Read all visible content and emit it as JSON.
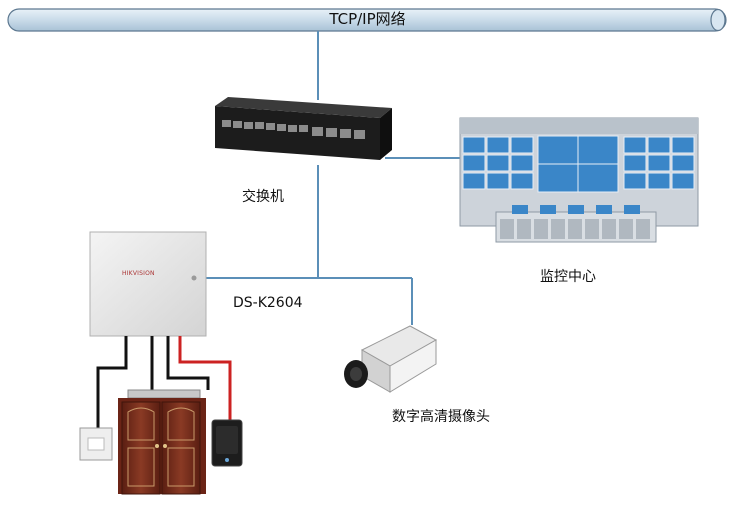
{
  "network_bus": {
    "label": "TCP/IP网络"
  },
  "nodes": {
    "switch": {
      "label": "交换机"
    },
    "monitoring_center": {
      "label": "监控中心"
    },
    "controller": {
      "label": "DS-K2604",
      "brand": "HIKVISION"
    },
    "camera": {
      "label": "数字高清摄像头"
    }
  },
  "colors": {
    "bus_fill": "#c9dbe9",
    "link_line": "#5b8fb8",
    "wire_black": "#111111",
    "wire_red": "#cc2222",
    "door_wood": "#7a2d1e",
    "screen_blue": "#3a86c8"
  }
}
